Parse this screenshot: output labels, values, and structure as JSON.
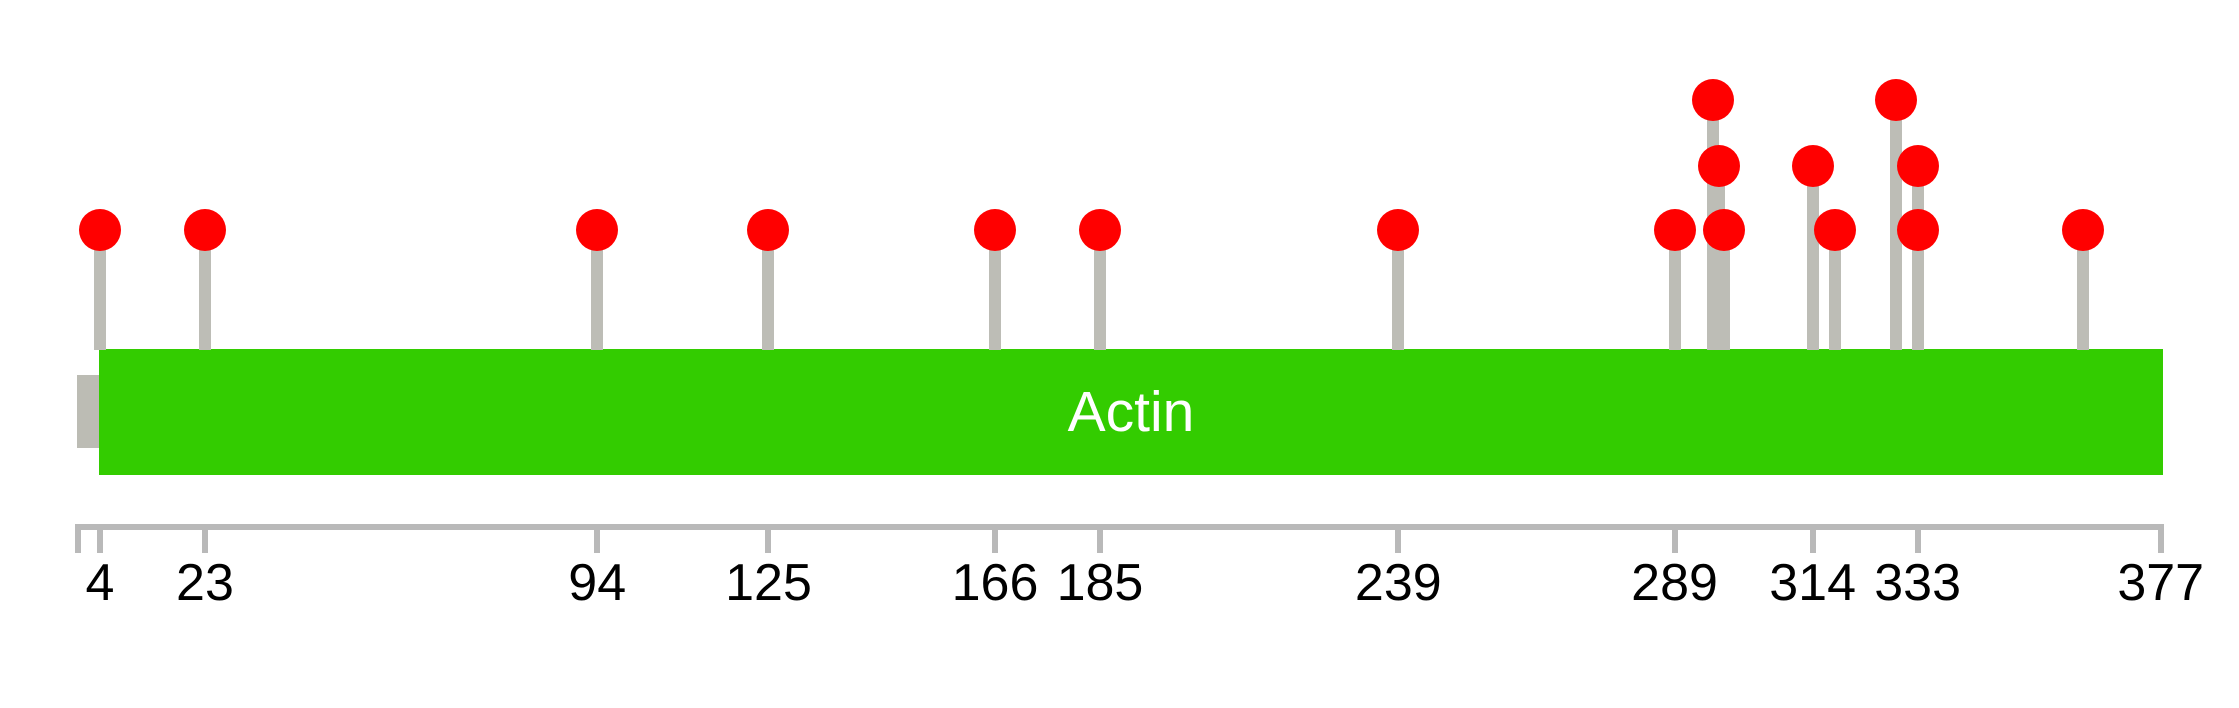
{
  "figure": {
    "background_color": "#ffffff",
    "protein": {
      "domain_label": "Actin",
      "domain_start": 4,
      "domain_end": 377,
      "backbone_start": 0,
      "protein_length": 377,
      "domain_color": "#33cc00",
      "domain_label_color": "#ffffff",
      "backbone_color": "#bcbcb4"
    },
    "mutations": {
      "marker_color": "#ff0000",
      "stem_color": "#bdbdb6",
      "points": [
        {
          "pos": 4,
          "stack": 1
        },
        {
          "pos": 23,
          "stack": 1
        },
        {
          "pos": 94,
          "stack": 1
        },
        {
          "pos": 125,
          "stack": 1
        },
        {
          "pos": 166,
          "stack": 1
        },
        {
          "pos": 185,
          "stack": 1
        },
        {
          "pos": 239,
          "stack": 1
        },
        {
          "pos": 289,
          "stack": 1
        },
        {
          "pos": 296,
          "stack": 3
        },
        {
          "pos": 297,
          "stack": 2
        },
        {
          "pos": 298,
          "stack": 1
        },
        {
          "pos": 314,
          "stack": 2
        },
        {
          "pos": 318,
          "stack": 1
        },
        {
          "pos": 329,
          "stack": 3
        },
        {
          "pos": 333,
          "stack": 2
        },
        {
          "pos": 333,
          "stack": 1
        },
        {
          "pos": 363,
          "stack": 1
        }
      ]
    },
    "axis": {
      "color": "#b9b9b9",
      "label_color": "#000000",
      "edge_tick_position": 0,
      "tick_positions": [
        4,
        23,
        94,
        125,
        166,
        185,
        239,
        289,
        314,
        333,
        377
      ],
      "tick_labels": [
        "4",
        "23",
        "94",
        "125",
        "166",
        "185",
        "239",
        "289",
        "314",
        "333",
        "377"
      ]
    }
  },
  "chart_data": {
    "type": "scatter",
    "subtype": "lollipop-protein-mutation-plot",
    "title": "",
    "xlabel": "",
    "ylabel": "",
    "x_range": [
      0,
      377
    ],
    "x_ticks": [
      4,
      23,
      94,
      125,
      166,
      185,
      239,
      289,
      314,
      333,
      377
    ],
    "grid": false,
    "legend": null,
    "domains": [
      {
        "name": "Actin",
        "start": 4,
        "end": 377,
        "color": "#33cc00"
      }
    ],
    "points": [
      {
        "x": 4,
        "stack": 1
      },
      {
        "x": 23,
        "stack": 1
      },
      {
        "x": 94,
        "stack": 1
      },
      {
        "x": 125,
        "stack": 1
      },
      {
        "x": 166,
        "stack": 1
      },
      {
        "x": 185,
        "stack": 1
      },
      {
        "x": 239,
        "stack": 1
      },
      {
        "x": 289,
        "stack": 1
      },
      {
        "x": 296,
        "stack": 3
      },
      {
        "x": 297,
        "stack": 2
      },
      {
        "x": 298,
        "stack": 1
      },
      {
        "x": 314,
        "stack": 2
      },
      {
        "x": 318,
        "stack": 1
      },
      {
        "x": 329,
        "stack": 3
      },
      {
        "x": 333,
        "stack": 2
      },
      {
        "x": 333,
        "stack": 1
      },
      {
        "x": 363,
        "stack": 1
      }
    ],
    "marker": {
      "shape": "circle",
      "color": "#ff0000"
    }
  }
}
